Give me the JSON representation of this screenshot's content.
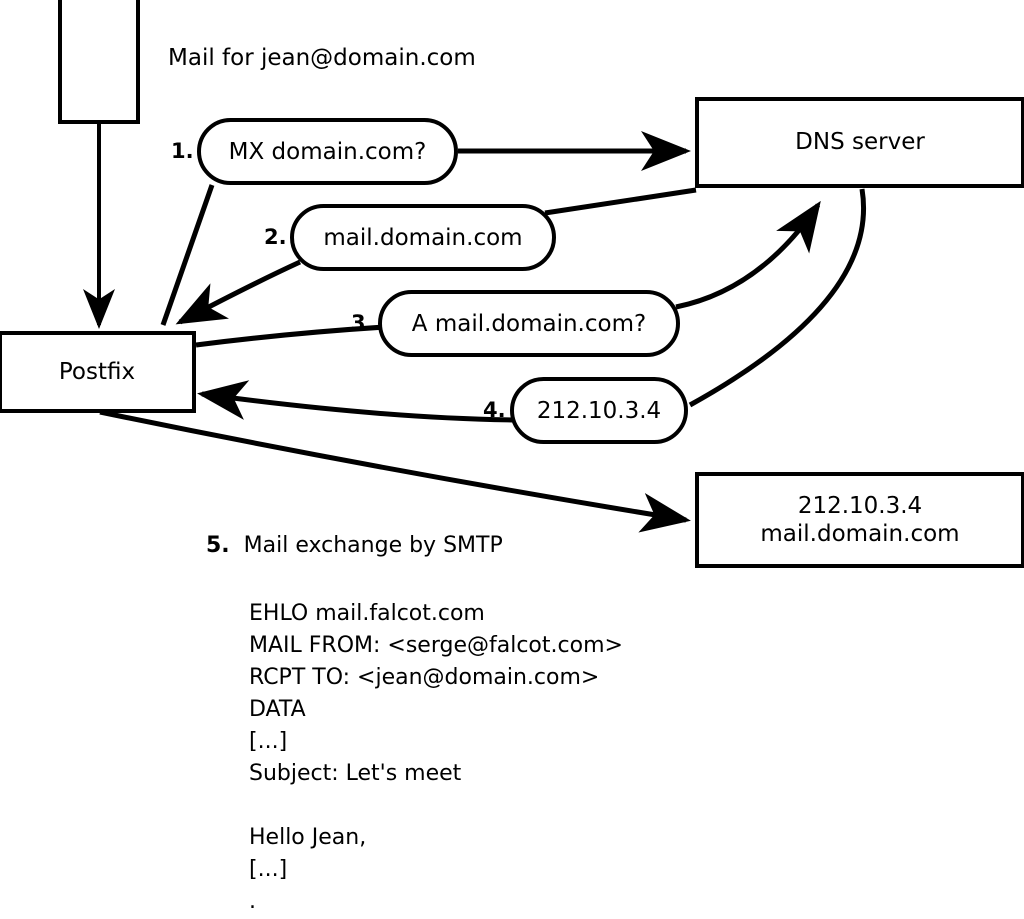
{
  "diagram": {
    "title_text": "Mail for jean@domain.com",
    "nodes": [
      {
        "id": "sender",
        "label": ""
      },
      {
        "id": "postfix",
        "label": "Postfix"
      },
      {
        "id": "dns",
        "label": "DNS server"
      },
      {
        "id": "target",
        "line1": "212.10.3.4",
        "line2": "mail.domain.com"
      }
    ],
    "steps": [
      {
        "num": "1.",
        "text": "MX domain.com?"
      },
      {
        "num": "2.",
        "text": "mail.domain.com"
      },
      {
        "num": "3.",
        "text": "A mail.domain.com?"
      },
      {
        "num": "4.",
        "text": "212.10.3.4"
      }
    ],
    "step5": {
      "num": "5.",
      "text": "Mail exchange by SMTP"
    },
    "transcript": "EHLO mail.falcot.com\nMAIL FROM: <serge@falcot.com>\nRCPT TO: <jean@domain.com>\nDATA\n[...]\nSubject: Let's meet\n\nHello Jean,\n[...]\n.",
    "colors": {
      "stroke": "#000000",
      "background": "#ffffff"
    }
  }
}
